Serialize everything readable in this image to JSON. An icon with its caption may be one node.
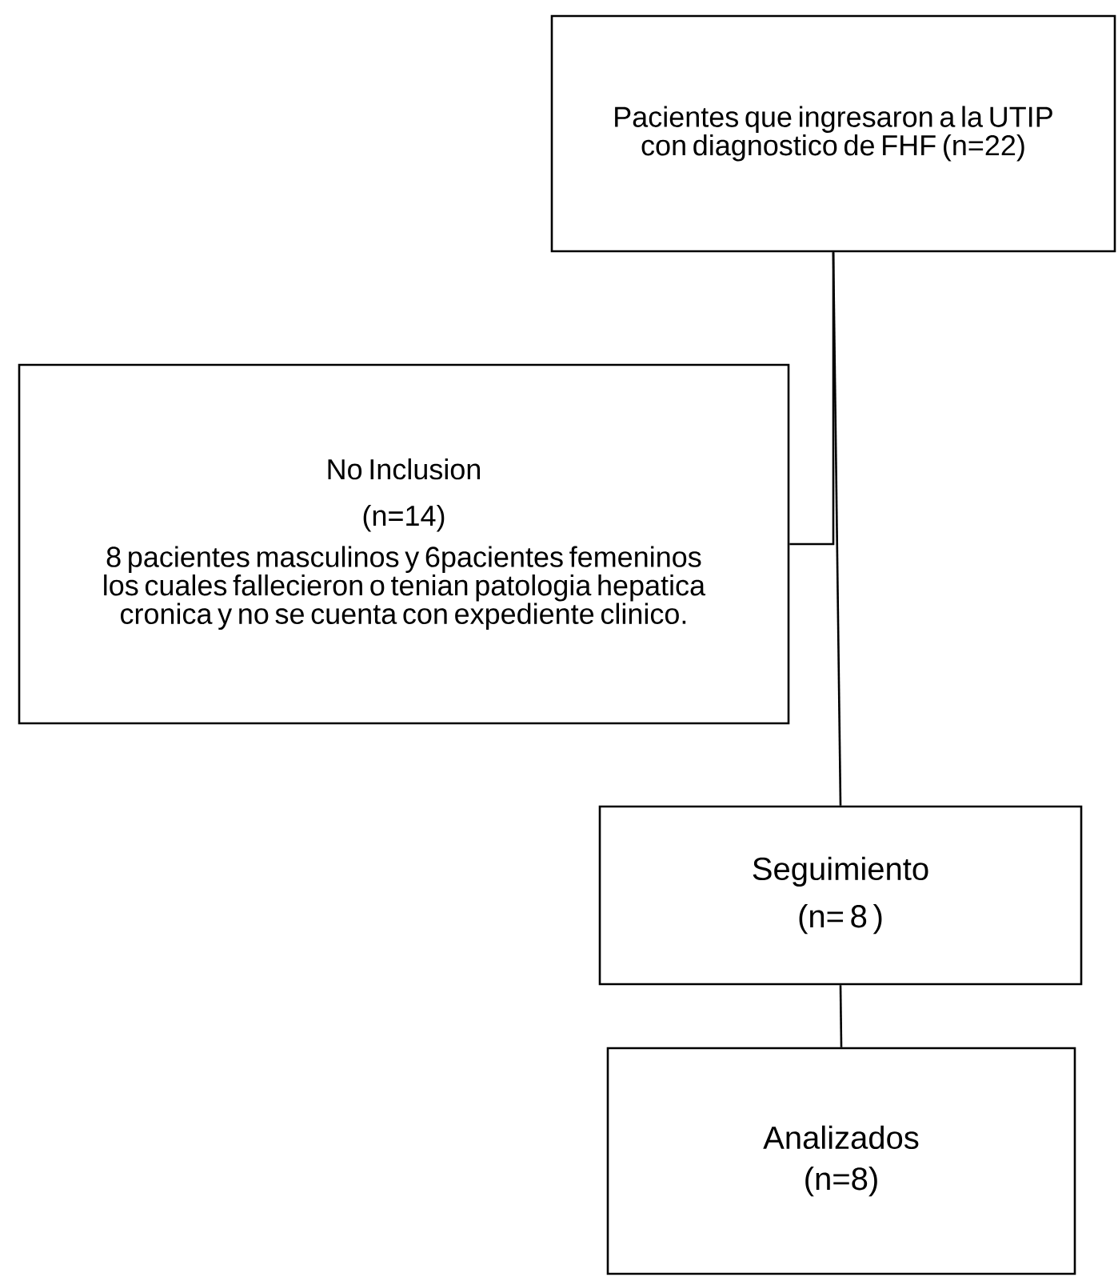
{
  "diagram": {
    "nodes": [
      {
        "text": [
          "Pacientes que ingresaron a la UTIP con diagnostico de FHF (n=22)"
        ]
      },
      {
        "text": [
          "No Inclusion",
          "(n=14)",
          "8 pacientes masculinos y 6pacientes femeninos los cuales fallecieron o tenian patologia hepatica cronica y no se cuenta con expediente clinico."
        ]
      },
      {
        "text": [
          "Seguimiento",
          "(n= 8 )"
        ]
      },
      {
        "text": [
          "Analizados",
          "(n=8)"
        ]
      }
    ],
    "edges": [
      {
        "from": 0,
        "to": 2,
        "arrow": "none"
      },
      {
        "from": 0,
        "to": 1,
        "arrow": "none"
      },
      {
        "from": 2,
        "to": 3,
        "arrow": "none"
      }
    ]
  }
}
